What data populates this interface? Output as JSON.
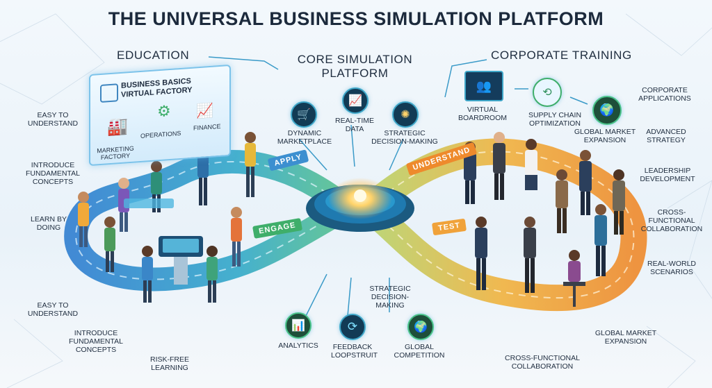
{
  "title": "THE UNIVERSAL BUSINESS SIMULATION PLATFORM",
  "sections": {
    "education": "EDUCATION",
    "core": "CORE SIMULATION PLATFORM",
    "corporate": "CORPORATE TRAINING"
  },
  "screen": {
    "heading_line1": "BUSINESS BASICS",
    "heading_line2": "VIRTUAL FACTORY",
    "marketing": "MARKETING FACTORY",
    "operations": "OPERATIONS",
    "finance": "FINANCE"
  },
  "education_labels": {
    "easy1": "EASY TO UNDERSTAND",
    "introduce1": "INTRODUCE FUNDAMENTAL CONCEPTS",
    "learn": "LEARN BY DOING",
    "easy2": "EASY TO UNDERSTAND",
    "introduce2": "INTRODUCE FUNDAMENTAL CONCEPTS",
    "riskfree": "RISK-FREE LEARNING"
  },
  "core_features": {
    "marketplace": "DYNAMIC MARKETPLACE",
    "realtime": "REAL-TIME DATA",
    "strategic": "STRATEGIC DECISION-MAKING",
    "analytics": "ANALYTICS",
    "feedback": "FEEDBACK LOOPSTRUIT",
    "strategic2": "STRATEGIC DECISION-MAKING",
    "competition": "GLOBAL COMPETITION"
  },
  "path_tags": {
    "apply": "APPLY",
    "engage": "ENGAGE",
    "understand": "UNDERSTAND",
    "test": "TEST"
  },
  "corporate_items": {
    "boardroom": "VIRTUAL BOARDROOM",
    "supply": "SUPPLY CHAIN OPTIMIZATION",
    "global": "GLOBAL MARKET EXPANSION"
  },
  "corporate_labels": {
    "applications": "CORPORATE APPLICATIONS",
    "advanced": "ADVANCED STRATEGY",
    "leadership": "LEADERSHIP DEVELOPMENT",
    "crossfunctional": "CROSS-FUNCTIONAL COLLABORATION",
    "realworld": "REAL-WORLD SCENARIOS",
    "global2": "GLOBAL MARKET EXPANSION",
    "crossfunctional2": "CROSS-FUNCTIONAL COLLABORATION"
  },
  "colors": {
    "path_blue": "#2f8fd6",
    "path_green": "#56c08a",
    "path_orange": "#f0a23a",
    "core_glow": "#ffd36a",
    "tag_green": "#3fae6a",
    "tag_orange": "#ee8a2c",
    "tag_blue": "#3c8fd0"
  }
}
